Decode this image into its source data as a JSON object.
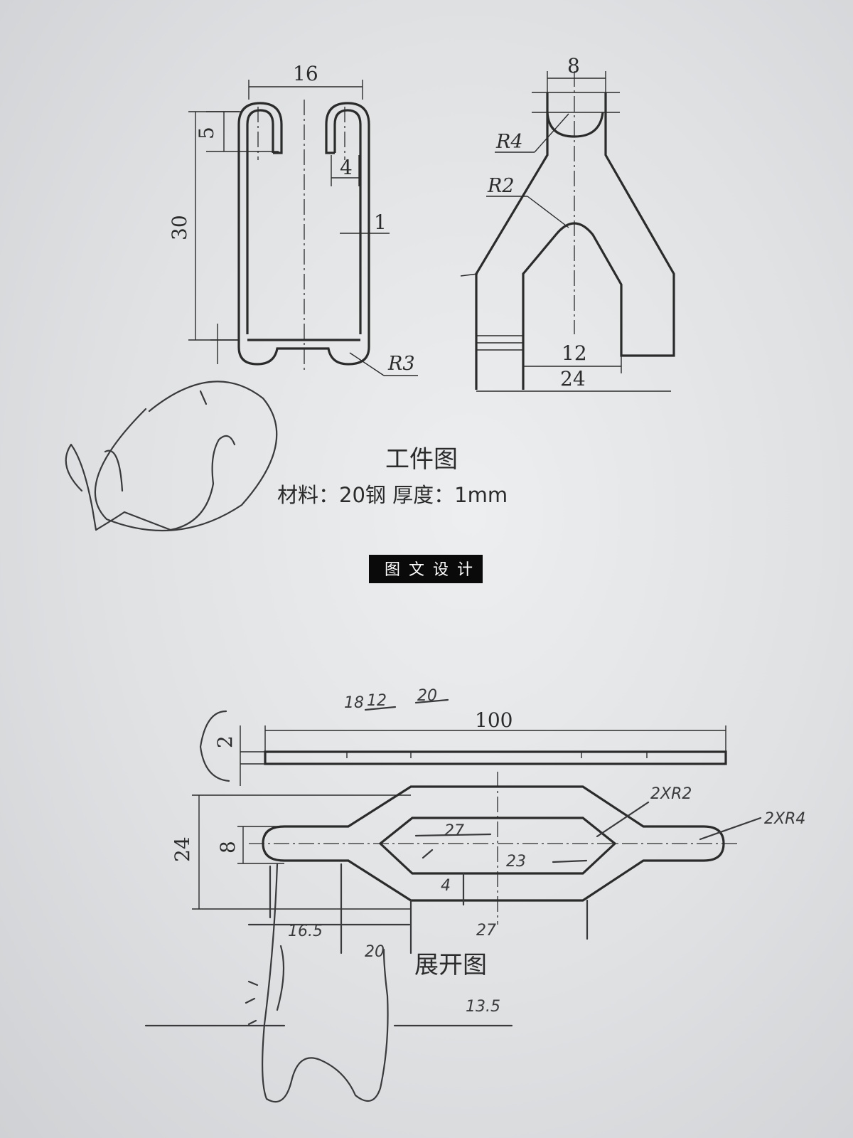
{
  "workpiece": {
    "title": "工件图",
    "spec": "材料：20钢    厚度：1mm",
    "dims": {
      "width_16": "16",
      "hook_5": "5",
      "gap_4": "4",
      "height_30": "30",
      "thick_1": "1",
      "radius_r3": "R3",
      "top_8": "8",
      "radius_r4": "R4",
      "radius_r2": "R2",
      "inner_12": "12",
      "outer_24": "24"
    }
  },
  "watermark": "图文设计",
  "development": {
    "title": "展开图",
    "dims": {
      "length_100": "100",
      "thick_2": "2",
      "width_24": "24",
      "slot_8": "8"
    },
    "handwritten": {
      "top_note_18": "18",
      "top_note_12": "12",
      "top_note_20": "20",
      "r2": "2XR2",
      "r4": "2XR4",
      "n27a": "27",
      "n23": "23",
      "n4": "4",
      "n16_5": "16.5",
      "n20": "20",
      "n27b": "27",
      "n13_5": "13.5"
    }
  }
}
